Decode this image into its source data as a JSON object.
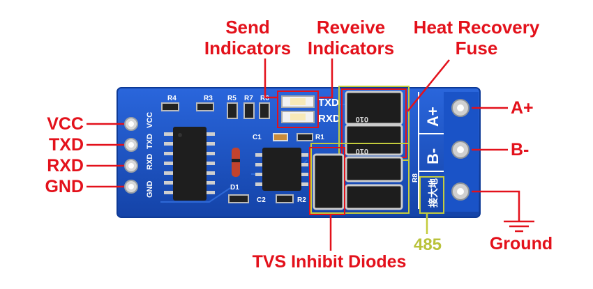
{
  "callouts": {
    "send_indicators": "Send\nIndicators",
    "receive_indicators": "Reveive\nIndicators",
    "fuse": "Heat Recovery\nFuse",
    "tvs": "TVS Inhibit Diodes",
    "rs485": "485",
    "ground": "Ground"
  },
  "pins_left": [
    "VCC",
    "TXD",
    "RXD",
    "GND"
  ],
  "terminals": [
    "A+",
    "B-"
  ],
  "silkscreen": {
    "header_pins": [
      "VCC",
      "TXD",
      "RXD",
      "GND"
    ],
    "refs": [
      "R4",
      "R3",
      "R5",
      "R7",
      "R6",
      "C1",
      "R1",
      "D1",
      "C2",
      "R2",
      "R8"
    ],
    "led_labels": [
      "TXD",
      "RXD"
    ],
    "terminal_labels": [
      "A+",
      "B-"
    ],
    "ground_cn": "接大地",
    "fuse_marking": "010"
  },
  "colors": {
    "label_red": "#e3111b",
    "board_blue": "#1a53c7",
    "highlight_olive": "#c4cc3c",
    "line_black": "#111111"
  }
}
